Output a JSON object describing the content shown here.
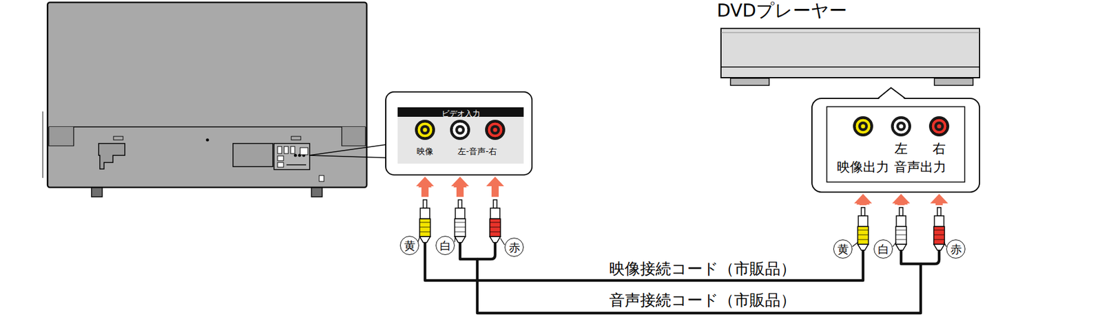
{
  "diagram": {
    "nodes": [
      {
        "text": [
          "DVDプレーヤー"
        ]
      },
      {
        "text": [
          "ビデオ入力",
          "映像",
          "左-音声-右"
        ]
      },
      {
        "text": [
          "左",
          "右",
          "映像出力",
          "音声出力"
        ]
      },
      {
        "text": [
          "黄"
        ]
      },
      {
        "text": [
          "白"
        ]
      },
      {
        "text": [
          "赤"
        ]
      },
      {
        "text": [
          "黄"
        ]
      },
      {
        "text": [
          "白"
        ]
      },
      {
        "text": [
          "赤"
        ]
      }
    ],
    "edges": [
      {
        "from": 1,
        "to": 2,
        "arrow": "both",
        "label": "映像接続コード（市販品）"
      },
      {
        "from": 1,
        "to": 2,
        "arrow": "both",
        "label": "音声接続コード（市販品）"
      }
    ]
  }
}
